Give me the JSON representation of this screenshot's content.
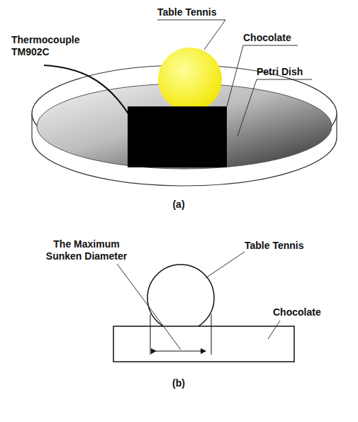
{
  "diagram": {
    "labels": [
      "Thermocouple TM902C",
      "Table Tennis",
      "Chocolate",
      "Petri Dish",
      "(a)",
      "The Maximum Sunken Diameter",
      "Table Tennis",
      "Chocolate",
      "(b)"
    ]
  }
}
